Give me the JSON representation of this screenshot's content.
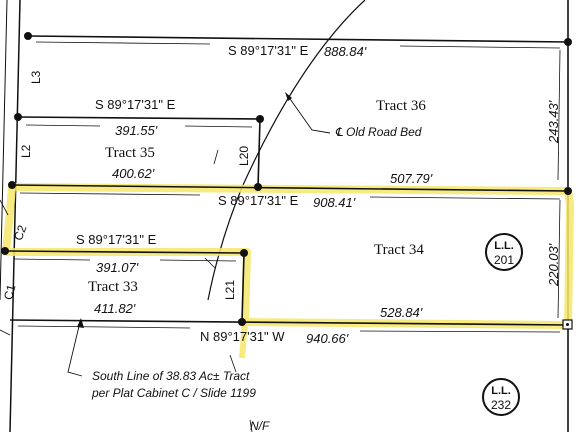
{
  "colors": {
    "line": "#111111",
    "highlight": "#f5e66a",
    "background": "#ffffff"
  },
  "bearings": {
    "top": "S 89°17'31\" E",
    "mid_left": "S 89°17'31\" E",
    "long_mid": "S 89°17'31\" E",
    "lower_left": "S 89°17'31\" E",
    "bottom": "N 89°17'31\" W"
  },
  "distances": {
    "top": "888.84'",
    "t35_top": "391.55'",
    "t35_bottom": "400.62'",
    "t36_bottom": "507.79'",
    "long_mid": "908.41'",
    "t33_top": "391.07'",
    "t33_bottom": "411.82'",
    "t34_bottom": "528.84'",
    "bottom": "940.66'",
    "right_upper": "243.43'",
    "right_lower": "220.03'"
  },
  "tracts": {
    "t36": "Tract 36",
    "t35": "Tract 35",
    "t34": "Tract 34",
    "t33": "Tract 33"
  },
  "line_labels": {
    "L3": "L3",
    "L2": "L2",
    "L20": "L20",
    "L21": "L21",
    "C2": "C2",
    "C1": "C1"
  },
  "annotations": {
    "old_road_bed": "℄ Old Road Bed",
    "south_line_1": "South Line of 38.83 Ac± Tract",
    "south_line_2": "per Plat Cabinet C / Slide 1199",
    "nf": "N/F"
  },
  "lot_labels": [
    {
      "prefix": "L.L.",
      "number": "201"
    },
    {
      "prefix": "L.L.",
      "number": "232"
    }
  ]
}
